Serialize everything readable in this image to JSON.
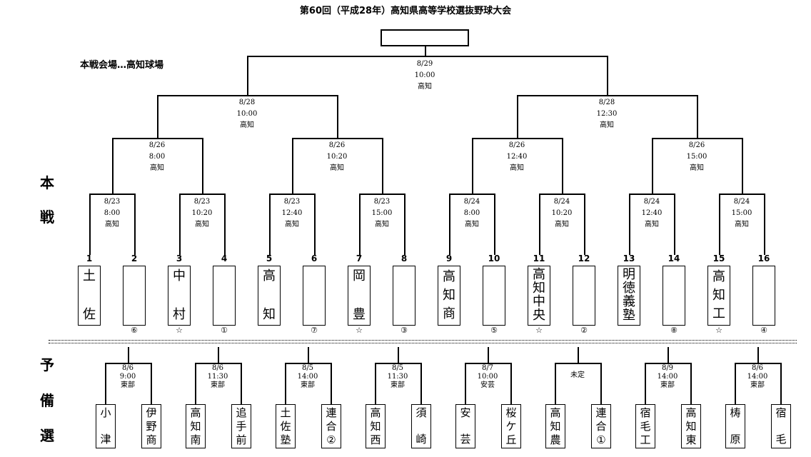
{
  "title": "第60回（平成28年）高知県高等学校選抜野球大会",
  "venue": "本戦会場…高知球場",
  "final": {
    "date": "8/29",
    "time": "10:00",
    "place": "高知"
  },
  "semis": [
    {
      "date": "8/28",
      "time": "10:00",
      "place": "高知"
    },
    {
      "date": "8/28",
      "time": "12:30",
      "place": "高知"
    }
  ],
  "quarters": [
    {
      "date": "8/26",
      "time": "8:00",
      "place": "高知"
    },
    {
      "date": "8/26",
      "time": "10:20",
      "place": "高知"
    },
    {
      "date": "8/26",
      "time": "12:40",
      "place": "高知"
    },
    {
      "date": "8/26",
      "time": "15:00",
      "place": "高知"
    }
  ],
  "round1": [
    {
      "date": "8/23",
      "time": "8:00",
      "place": "高知"
    },
    {
      "date": "8/23",
      "time": "10:20",
      "place": "高知"
    },
    {
      "date": "8/23",
      "time": "12:40",
      "place": "高知"
    },
    {
      "date": "8/23",
      "time": "15:00",
      "place": "高知"
    },
    {
      "date": "8/24",
      "time": "8:00",
      "place": "高知"
    },
    {
      "date": "8/24",
      "time": "10:20",
      "place": "高知"
    },
    {
      "date": "8/24",
      "time": "12:40",
      "place": "高知"
    },
    {
      "date": "8/24",
      "time": "15:00",
      "place": "高知"
    }
  ],
  "main_label": [
    "本",
    "戦"
  ],
  "prelim_label": [
    "予",
    "備",
    "選"
  ],
  "seeds": [
    {
      "num": "1",
      "team": "土佐",
      "mark": ""
    },
    {
      "num": "2",
      "team": "",
      "mark": "⑥"
    },
    {
      "num": "3",
      "team": "中村",
      "mark": "☆"
    },
    {
      "num": "4",
      "team": "",
      "mark": "①"
    },
    {
      "num": "5",
      "team": "高知",
      "mark": ""
    },
    {
      "num": "6",
      "team": "",
      "mark": "⑦"
    },
    {
      "num": "7",
      "team": "岡豊",
      "mark": "☆"
    },
    {
      "num": "8",
      "team": "",
      "mark": "③"
    },
    {
      "num": "9",
      "team": "高知商",
      "mark": ""
    },
    {
      "num": "10",
      "team": "",
      "mark": "⑤"
    },
    {
      "num": "11",
      "team": "高知中央",
      "mark": "☆"
    },
    {
      "num": "12",
      "team": "",
      "mark": "②"
    },
    {
      "num": "13",
      "team": "明徳義塾",
      "mark": ""
    },
    {
      "num": "14",
      "team": "",
      "mark": "⑧"
    },
    {
      "num": "15",
      "team": "高知工",
      "mark": "☆"
    },
    {
      "num": "16",
      "team": "",
      "mark": "④"
    }
  ],
  "prelims": [
    {
      "date": "8/6",
      "time": "9:00",
      "place": "東部",
      "teams": [
        "小津",
        "伊野商"
      ]
    },
    {
      "date": "8/6",
      "time": "11:30",
      "place": "東部",
      "teams": [
        "高知南",
        "追手前"
      ]
    },
    {
      "date": "8/5",
      "time": "14:00",
      "place": "東部",
      "teams": [
        "土佐塾",
        "連合②"
      ]
    },
    {
      "date": "8/5",
      "time": "11:30",
      "place": "東部",
      "teams": [
        "高知西",
        "須崎"
      ]
    },
    {
      "date": "8/7",
      "time": "10:00",
      "place": "安芸",
      "teams": [
        "安芸",
        "桜ケ丘"
      ]
    },
    {
      "date": "未定",
      "time": "",
      "place": "",
      "teams": [
        "高知農",
        "連合①"
      ]
    },
    {
      "date": "8/9",
      "time": "14:00",
      "place": "東部",
      "teams": [
        "宿毛工",
        "高知東"
      ]
    },
    {
      "date": "8/6",
      "time": "14:00",
      "place": "東部",
      "teams": [
        "梼原",
        "宿毛"
      ]
    }
  ]
}
